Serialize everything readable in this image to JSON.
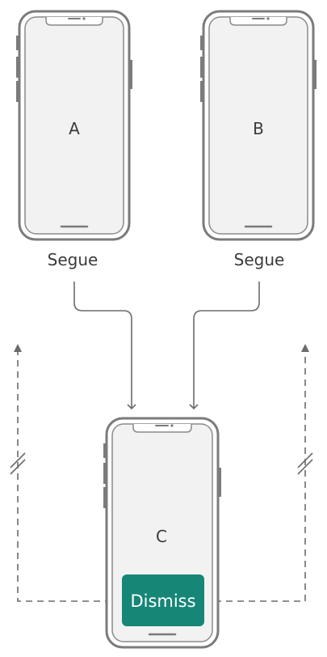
{
  "phones": [
    {
      "id": "phone-a",
      "label": "A"
    },
    {
      "id": "phone-b",
      "label": "B"
    },
    {
      "id": "phone-c",
      "label": "C"
    }
  ],
  "segues": [
    {
      "id": "segue-a",
      "label": "Segue"
    },
    {
      "id": "segue-b",
      "label": "Segue"
    }
  ],
  "dismiss_button": {
    "label": "Dismiss"
  },
  "colors": {
    "phone_frame": "#7b7b7b",
    "phone_screen": "#f2f2f2",
    "arrow": "#6b6b6b",
    "dismiss_fill": "#168677",
    "dismiss_text": "#ffffff"
  }
}
